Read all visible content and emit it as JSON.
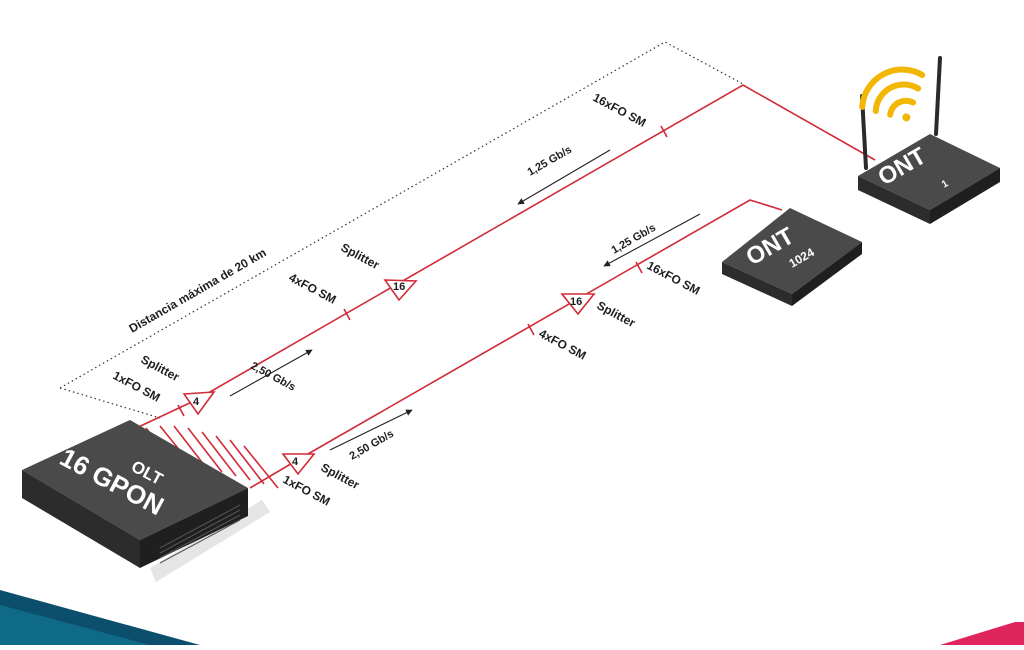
{
  "diagram": {
    "distance_label": "Distancia máxima de 20 km",
    "olt": {
      "line1": "OLT",
      "line2": "16 GPON"
    },
    "ont_top": {
      "name": "ONT",
      "number": "1"
    },
    "ont_bottom": {
      "name": "ONT",
      "number": "1024"
    },
    "splitter_word": "Splitter",
    "upper_path": {
      "splitter_a_ratio": "4",
      "splitter_b_ratio": "16",
      "fiber_1": "1xFO SM",
      "fiber_2": "4xFO SM",
      "fiber_3": "16xFO SM",
      "rate_down": "2,50 Gb/s",
      "rate_up": "1,25 Gb/s"
    },
    "lower_path": {
      "splitter_a_ratio": "4",
      "splitter_b_ratio": "16",
      "fiber_1": "1xFO SM",
      "fiber_2": "4xFO SM",
      "fiber_3": "16xFO SM",
      "rate_down": "2,50 Gb/s",
      "rate_up": "1,25 Gb/s"
    },
    "colors": {
      "fiber": "#d22a37",
      "device_body": "#3a3a3a",
      "wifi": "#f2b705",
      "corner_teal": "#0b4f6c",
      "corner_magenta": "#e0245e"
    },
    "icons": [
      "wifi-icon",
      "antenna-icon",
      "splitter-icon",
      "arrow-icon"
    ]
  }
}
